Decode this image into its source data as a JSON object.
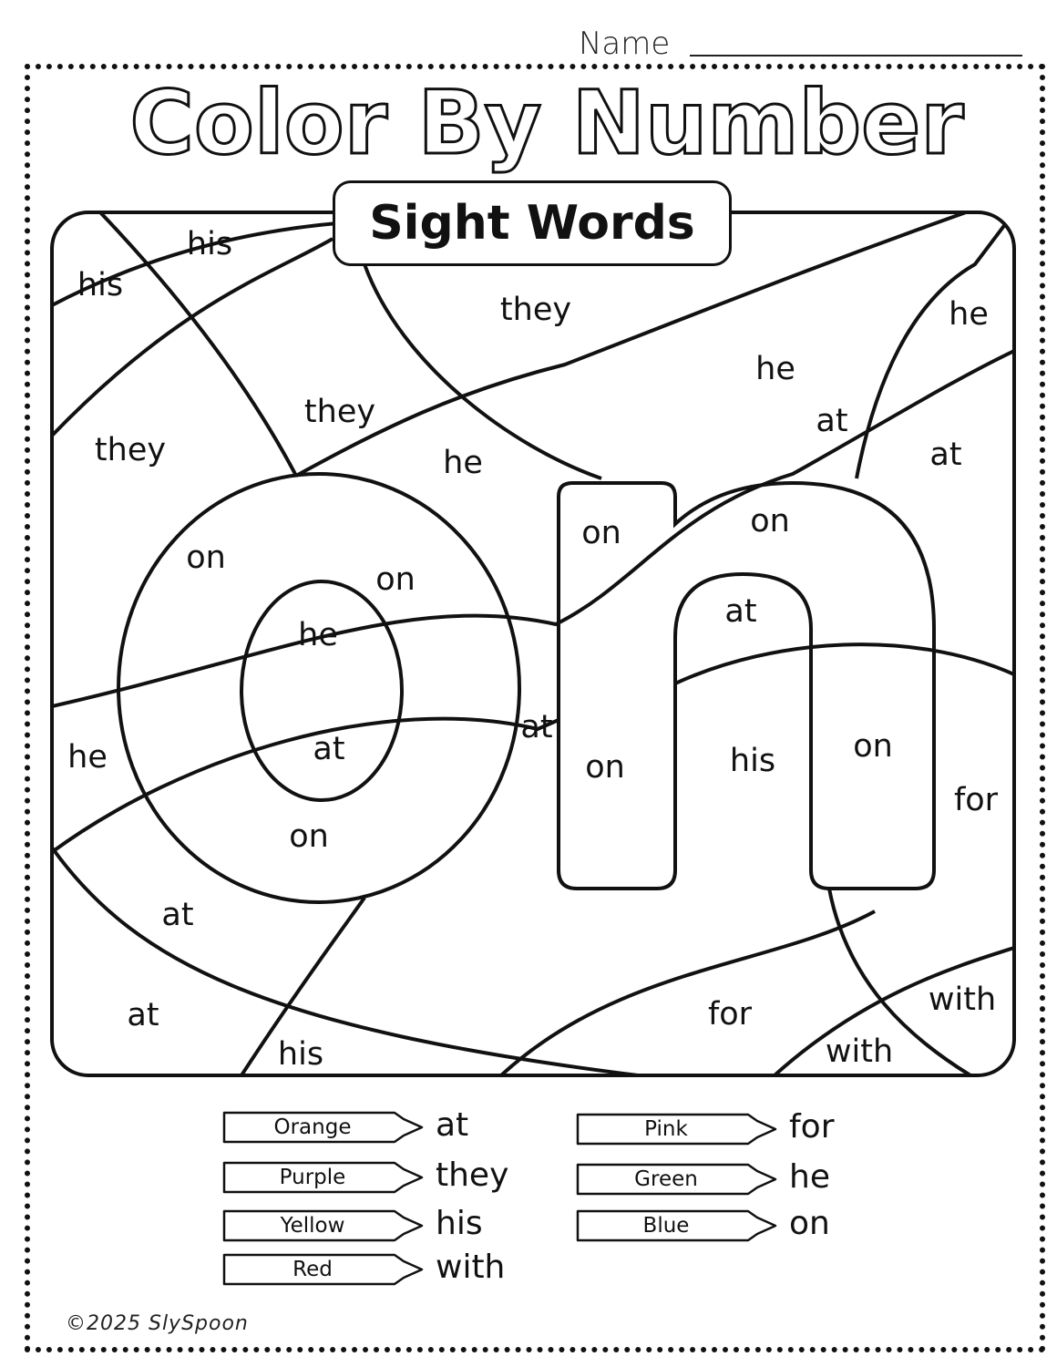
{
  "header": {
    "name_label": "Name",
    "title": "Color By Number",
    "subtitle": "Sight Words"
  },
  "regions": [
    "his",
    "his",
    "they",
    "he",
    "he",
    "they",
    "at",
    "they",
    "at",
    "he",
    "on",
    "on",
    "on",
    "on",
    "at",
    "he",
    "at",
    "at",
    "he",
    "on",
    "his",
    "on",
    "for",
    "on",
    "at",
    "at",
    "for",
    "with",
    "his",
    "with"
  ],
  "key": [
    {
      "color": "Orange",
      "word": "at"
    },
    {
      "color": "Purple",
      "word": "they"
    },
    {
      "color": "Yellow",
      "word": "his"
    },
    {
      "color": "Red",
      "word": "with"
    },
    {
      "color": "Pink",
      "word": "for"
    },
    {
      "color": "Green",
      "word": "he"
    },
    {
      "color": "Blue",
      "word": "on"
    }
  ],
  "footer": {
    "copyright": "©2025 SlySpoon"
  }
}
